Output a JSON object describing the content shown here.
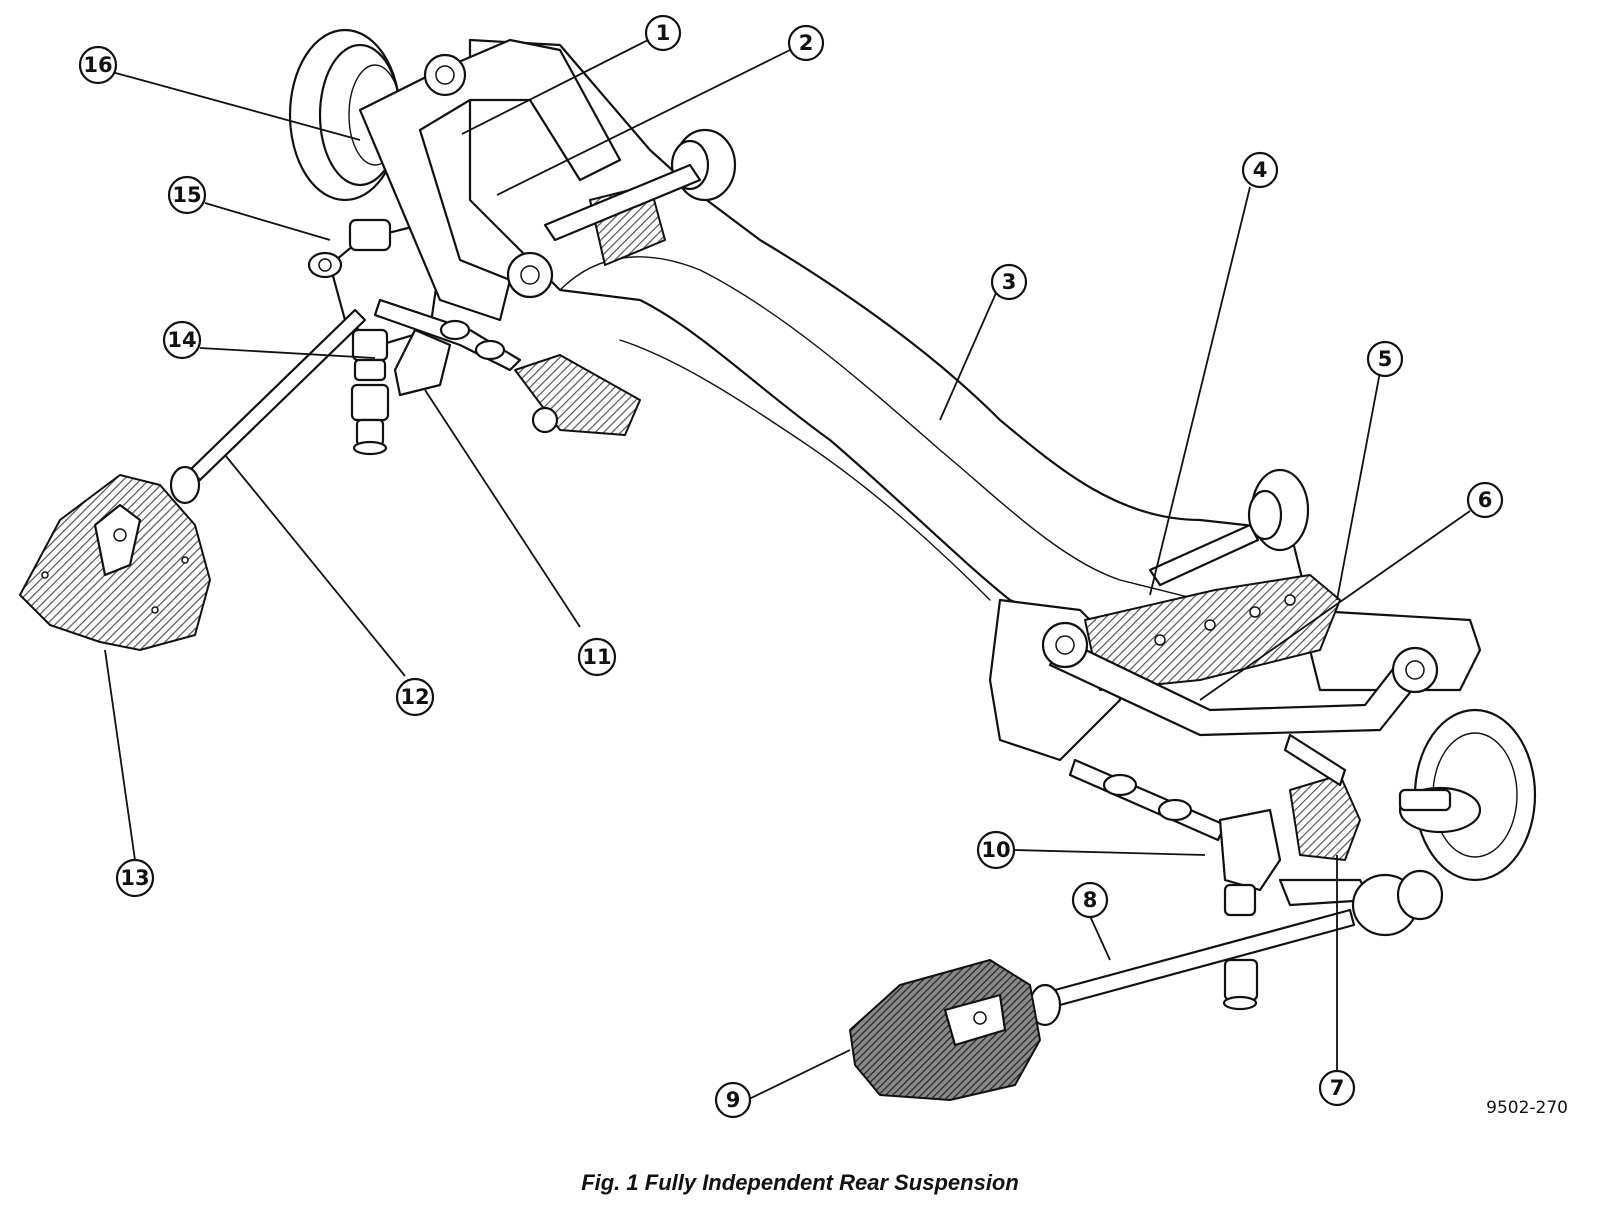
{
  "figure": {
    "caption": "Fig. 1 Fully Independent Rear Suspension",
    "identifier": "9502-270"
  },
  "callouts": [
    {
      "number": "1"
    },
    {
      "number": "2"
    },
    {
      "number": "3"
    },
    {
      "number": "4"
    },
    {
      "number": "5"
    },
    {
      "number": "6"
    },
    {
      "number": "7"
    },
    {
      "number": "8"
    },
    {
      "number": "9"
    },
    {
      "number": "10"
    },
    {
      "number": "11"
    },
    {
      "number": "12"
    },
    {
      "number": "13"
    },
    {
      "number": "14"
    },
    {
      "number": "15"
    },
    {
      "number": "16"
    }
  ],
  "colors": {
    "line": "#111111",
    "background": "#ffffff"
  }
}
